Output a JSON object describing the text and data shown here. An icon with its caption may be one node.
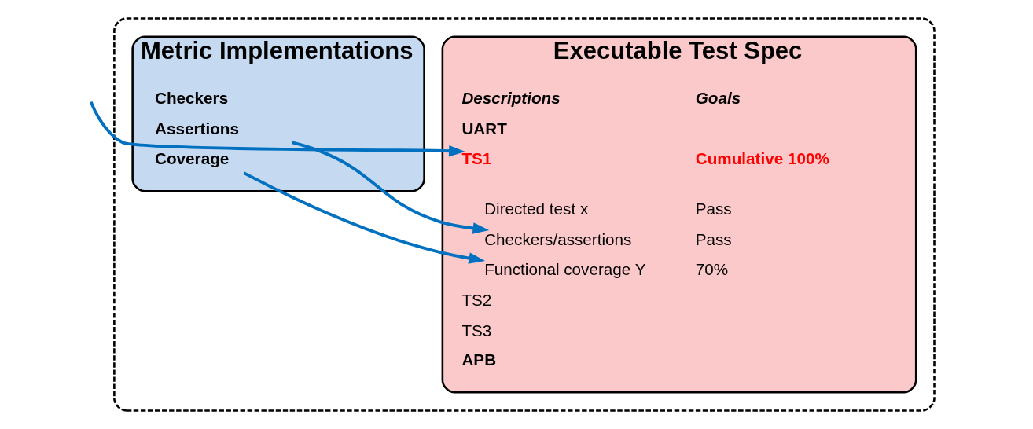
{
  "diagram": {
    "nodes": [
      {
        "text": [],
        "shape": "box"
      },
      {
        "text": [
          "Executable Test Spec"
        ],
        "in": 0
      },
      {
        "text": [
          "Descriptions",
          "Goals"
        ],
        "in": 1
      },
      {
        "text": [
          "UART"
        ],
        "in": 1
      },
      {
        "text": [
          "TS1",
          "Cumulative 100%"
        ],
        "in": 1
      },
      {
        "text": [
          "Directed test x",
          "Pass"
        ],
        "in": 1
      },
      {
        "text": [
          "Checkers/assertions",
          "Pass"
        ],
        "in": 1
      },
      {
        "text": [
          "Functional coverage Y",
          "70%"
        ],
        "in": 1
      },
      {
        "text": [
          "TS2"
        ],
        "in": 1
      },
      {
        "text": [
          "TS3"
        ],
        "in": 1
      },
      {
        "text": [
          "APB"
        ],
        "in": 1
      },
      {
        "text": [
          "Metric Implementations"
        ],
        "in": 0
      },
      {
        "text": [
          "Checkers"
        ],
        "in": 11
      },
      {
        "text": [
          "Assertions"
        ],
        "in": 11
      },
      {
        "text": [
          "Coverage"
        ],
        "in": 11
      }
    ],
    "edges": [
      {
        "from": null,
        "to": 4,
        "arrow": "to"
      },
      {
        "from": 13,
        "to": 6,
        "arrow": "to"
      },
      {
        "from": 14,
        "to": 7,
        "arrow": "to"
      }
    ]
  }
}
